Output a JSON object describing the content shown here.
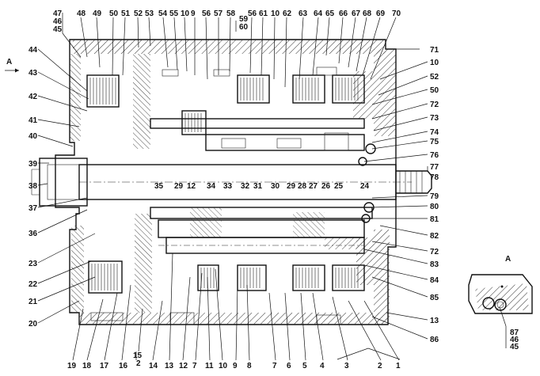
{
  "direction_label": "A",
  "view_label": "A",
  "callouts_top": [
    "47",
    "46",
    "45",
    "48",
    "49",
    "50",
    "51",
    "52",
    "53",
    "54",
    "55",
    "10",
    "9",
    "56",
    "57",
    "58",
    "59",
    "60",
    "56",
    "61",
    "10",
    "62",
    "63",
    "64",
    "65",
    "66",
    "67",
    "68",
    "69",
    "70"
  ],
  "callouts_right": [
    "71",
    "10",
    "52",
    "50",
    "72",
    "73",
    "74",
    "75",
    "76",
    "77",
    "78",
    "79",
    "80",
    "81",
    "82",
    "72",
    "83",
    "84",
    "85",
    "13",
    "86"
  ],
  "callouts_left": [
    "44",
    "43",
    "42",
    "41",
    "40",
    "39",
    "38",
    "37",
    "36",
    "23",
    "22",
    "21",
    "20"
  ],
  "callouts_bottom": [
    "19",
    "18",
    "17",
    "16",
    "15",
    "2",
    "14",
    "13",
    "12",
    "7",
    "11",
    "10",
    "9",
    "8",
    "7",
    "6",
    "5",
    "4",
    "3",
    "2",
    "1"
  ],
  "shaft_labels": [
    "35",
    "29",
    "12",
    "34",
    "33",
    "32",
    "31",
    "30",
    "29",
    "28",
    "27",
    "26",
    "25",
    "24"
  ],
  "view_callouts": [
    "87",
    "46",
    "45"
  ]
}
